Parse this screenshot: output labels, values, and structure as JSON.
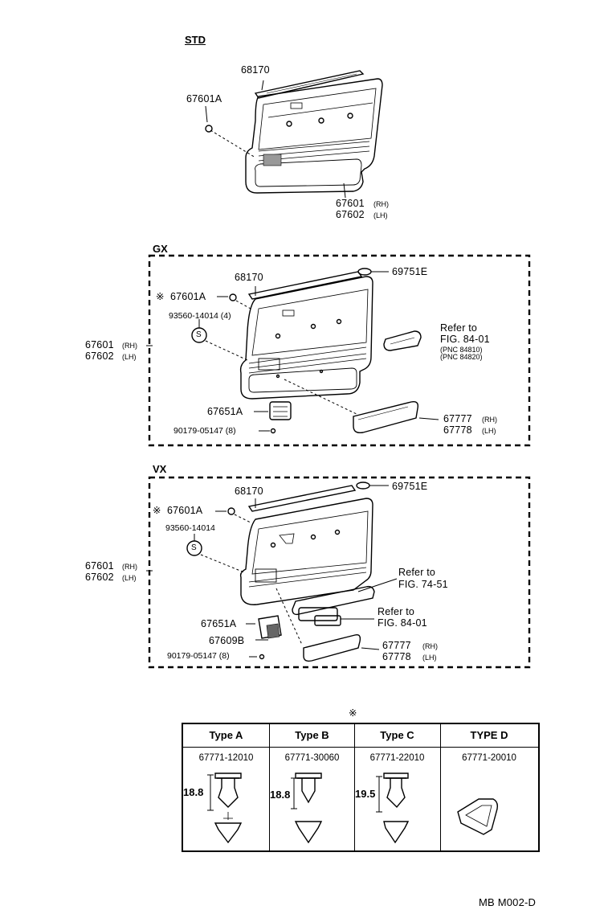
{
  "std": {
    "title": "STD",
    "clip_top": "68170",
    "clip": "67601A",
    "board_rh": "67601",
    "board_lh": "67602",
    "rh": "(RH)",
    "lh": "(LH)"
  },
  "gx": {
    "title": "GX",
    "clip_top": "68170",
    "cap": "69751E",
    "clip": "67601A",
    "screw": "93560-14014 (4)",
    "screw_mark": "S",
    "board_rh": "67601",
    "board_lh": "67602",
    "rh": "(RH)",
    "lh": "(LH)",
    "refer1": "Refer to",
    "refer2": "FIG. 84-01",
    "pnc1": "(PNC 84810)",
    "pnc2": "(PNC 84820)",
    "handle": "67651A",
    "screw2": "90179-05147 (8)",
    "pocket_rh": "67777",
    "pocket_lh": "67778"
  },
  "vx": {
    "title": "VX",
    "clip_top": "68170",
    "cap": "69751E",
    "clip": "67601A",
    "screw": "93560-14014",
    "screw_mark": "S",
    "board_rh": "67601",
    "board_lh": "67602",
    "rh": "(RH)",
    "lh": "(LH)",
    "refer_a1": "Refer to",
    "refer_a2": "FIG. 74-51",
    "refer_b1": "Refer to",
    "refer_b2": "FIG. 84-01",
    "handle": "67651A",
    "bezel": "67609B",
    "screw2": "90179-05147 (8)",
    "pocket_rh": "67777",
    "pocket_lh": "67778"
  },
  "mark": "※",
  "table": {
    "cols": [
      {
        "type": "Type A",
        "part": "67771-12010",
        "dim": "18.8"
      },
      {
        "type": "Type B",
        "part": "67771-30060",
        "dim": "18.8"
      },
      {
        "type": "Type C",
        "part": "67771-22010",
        "dim": "19.5"
      },
      {
        "type": "TYPE D",
        "part": "67771-20010",
        "dim": ""
      }
    ]
  },
  "footer": "MB  M002-D"
}
